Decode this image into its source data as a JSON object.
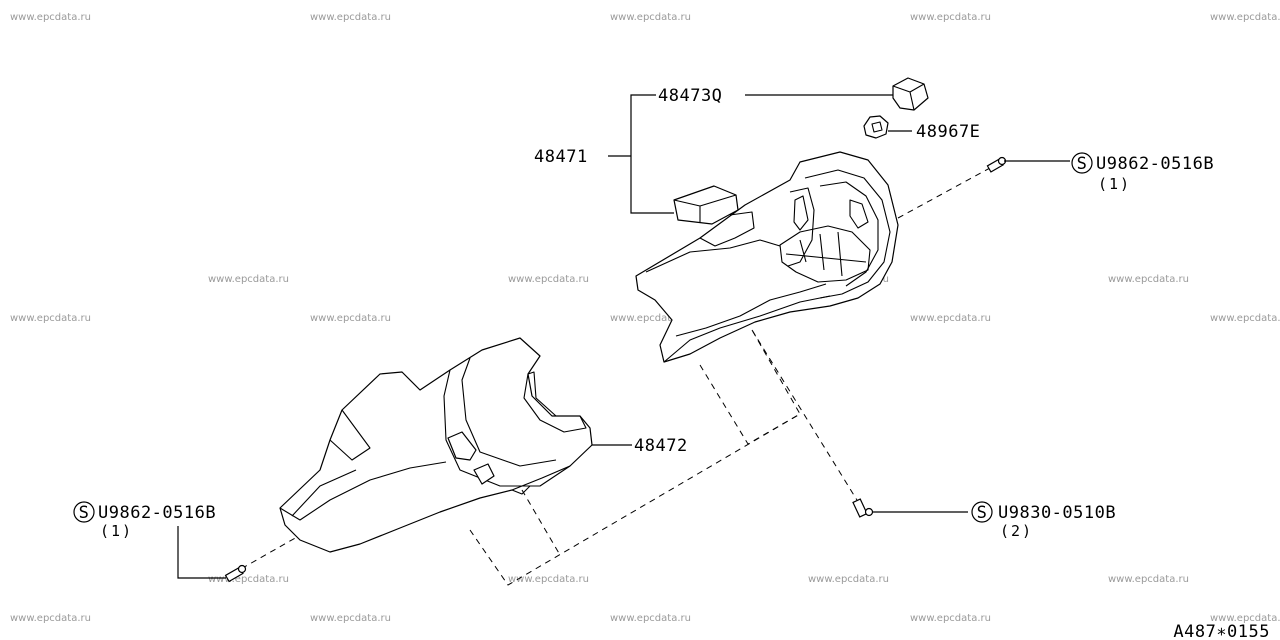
{
  "watermark": "www.epcdata.ru",
  "diagram_code": "A487∗0155",
  "parts": {
    "p48473q": "48473Q",
    "p48967e": "48967E",
    "p48471": "48471",
    "p48472": "48472"
  },
  "fasteners": {
    "screw_top": {
      "symbol": "S",
      "code": "U9862-0516B",
      "qty": "(1)"
    },
    "screw_left": {
      "symbol": "S",
      "code": "U9862-0516B",
      "qty": "(1)"
    },
    "screw_bottom": {
      "symbol": "S",
      "code": "U9830-0510B",
      "qty": "(2)"
    }
  }
}
